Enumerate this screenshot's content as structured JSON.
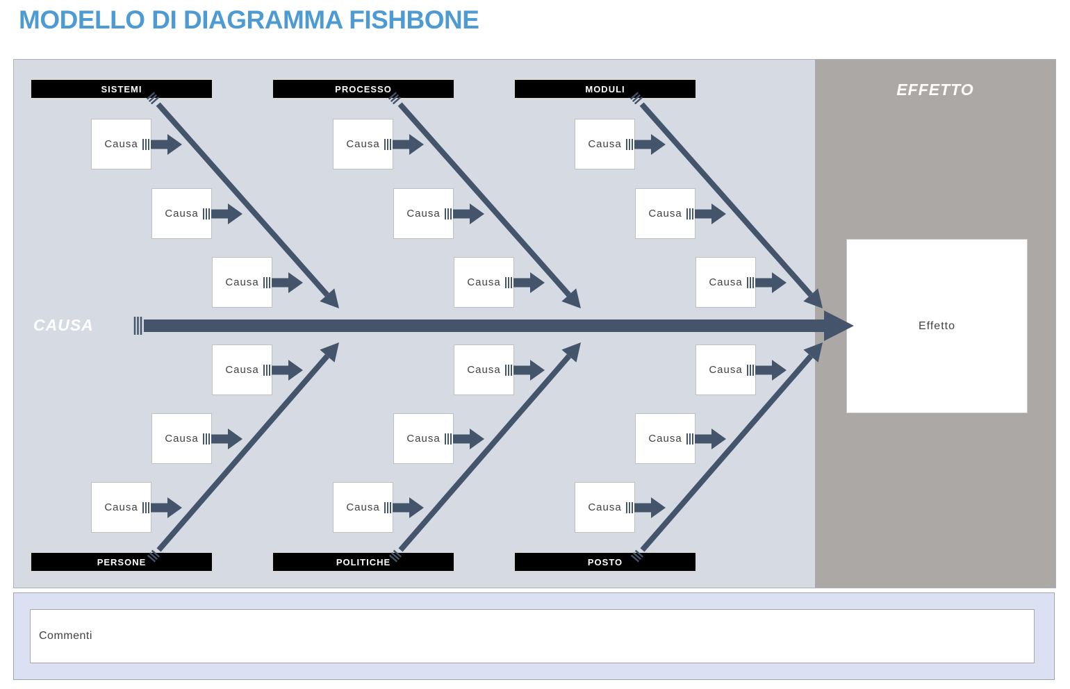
{
  "title": "MODELLO DI DIAGRAMMA FISHBONE",
  "diagram": {
    "cause_side_label": "CAUSA",
    "effect_side_label": "EFFETTO",
    "top_categories": [
      "SISTEMI",
      "PROCESSO",
      "MODULI"
    ],
    "bottom_categories": [
      "PERSONE",
      "POLITICHE",
      "POSTO"
    ],
    "cause_box_label": "Causa",
    "effect_box_label": "Effetto"
  },
  "comments": {
    "label": "Commenti"
  },
  "colors": {
    "title-blue": "#4E9BD4",
    "slate": "#44546A",
    "diagram-bg": "#D6DBE3",
    "effect-panel-gray": "#ACA8A5",
    "comment-band": "#DBE0F2",
    "box-border": "#BFBFBF",
    "header-border": "#D9D9D9",
    "text-dark": "#404040"
  }
}
